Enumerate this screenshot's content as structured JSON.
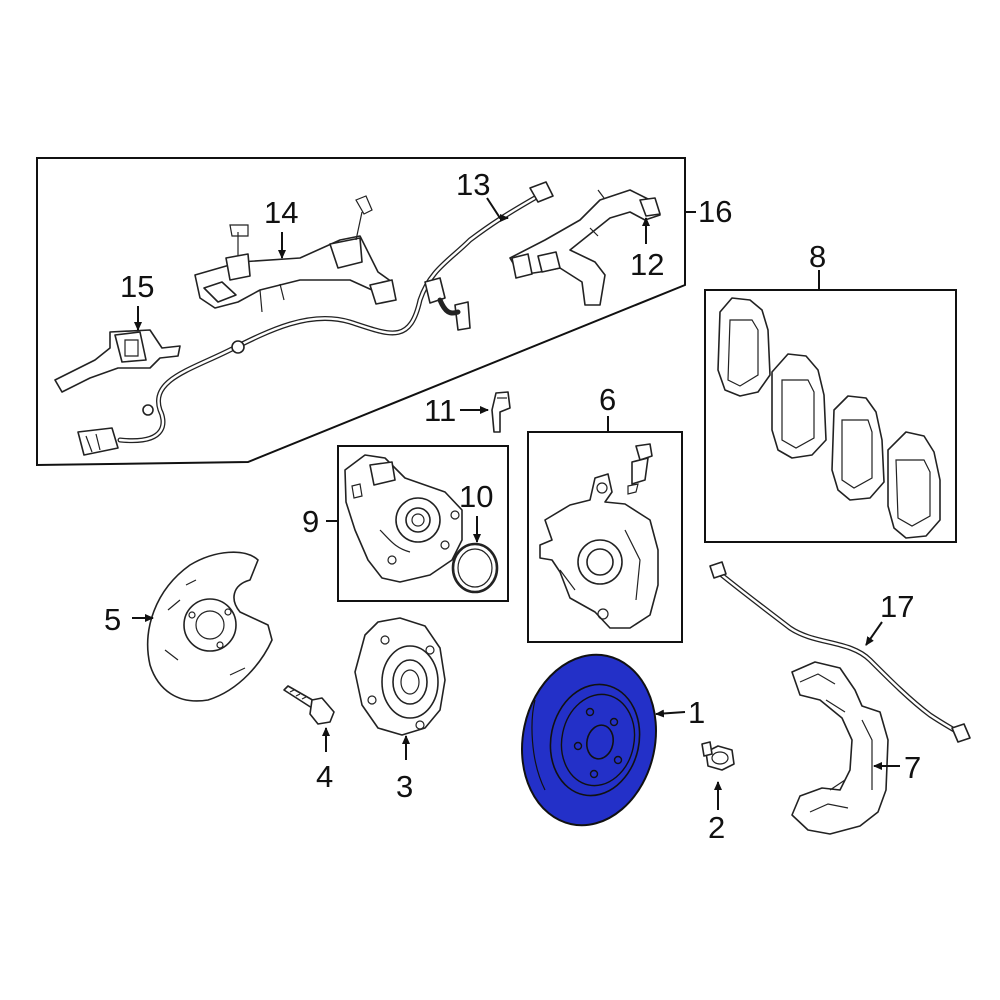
{
  "callouts": {
    "c1": "1",
    "c2": "2",
    "c3": "3",
    "c4": "4",
    "c5": "5",
    "c6": "6",
    "c7": "7",
    "c8": "8",
    "c9": "9",
    "c10": "10",
    "c11": "11",
    "c12": "12",
    "c13": "13",
    "c14": "14",
    "c15": "15",
    "c16": "16",
    "c17": "17"
  },
  "colors": {
    "highlight": "#2330c8",
    "line": "#222222"
  },
  "highlighted_part": "1"
}
